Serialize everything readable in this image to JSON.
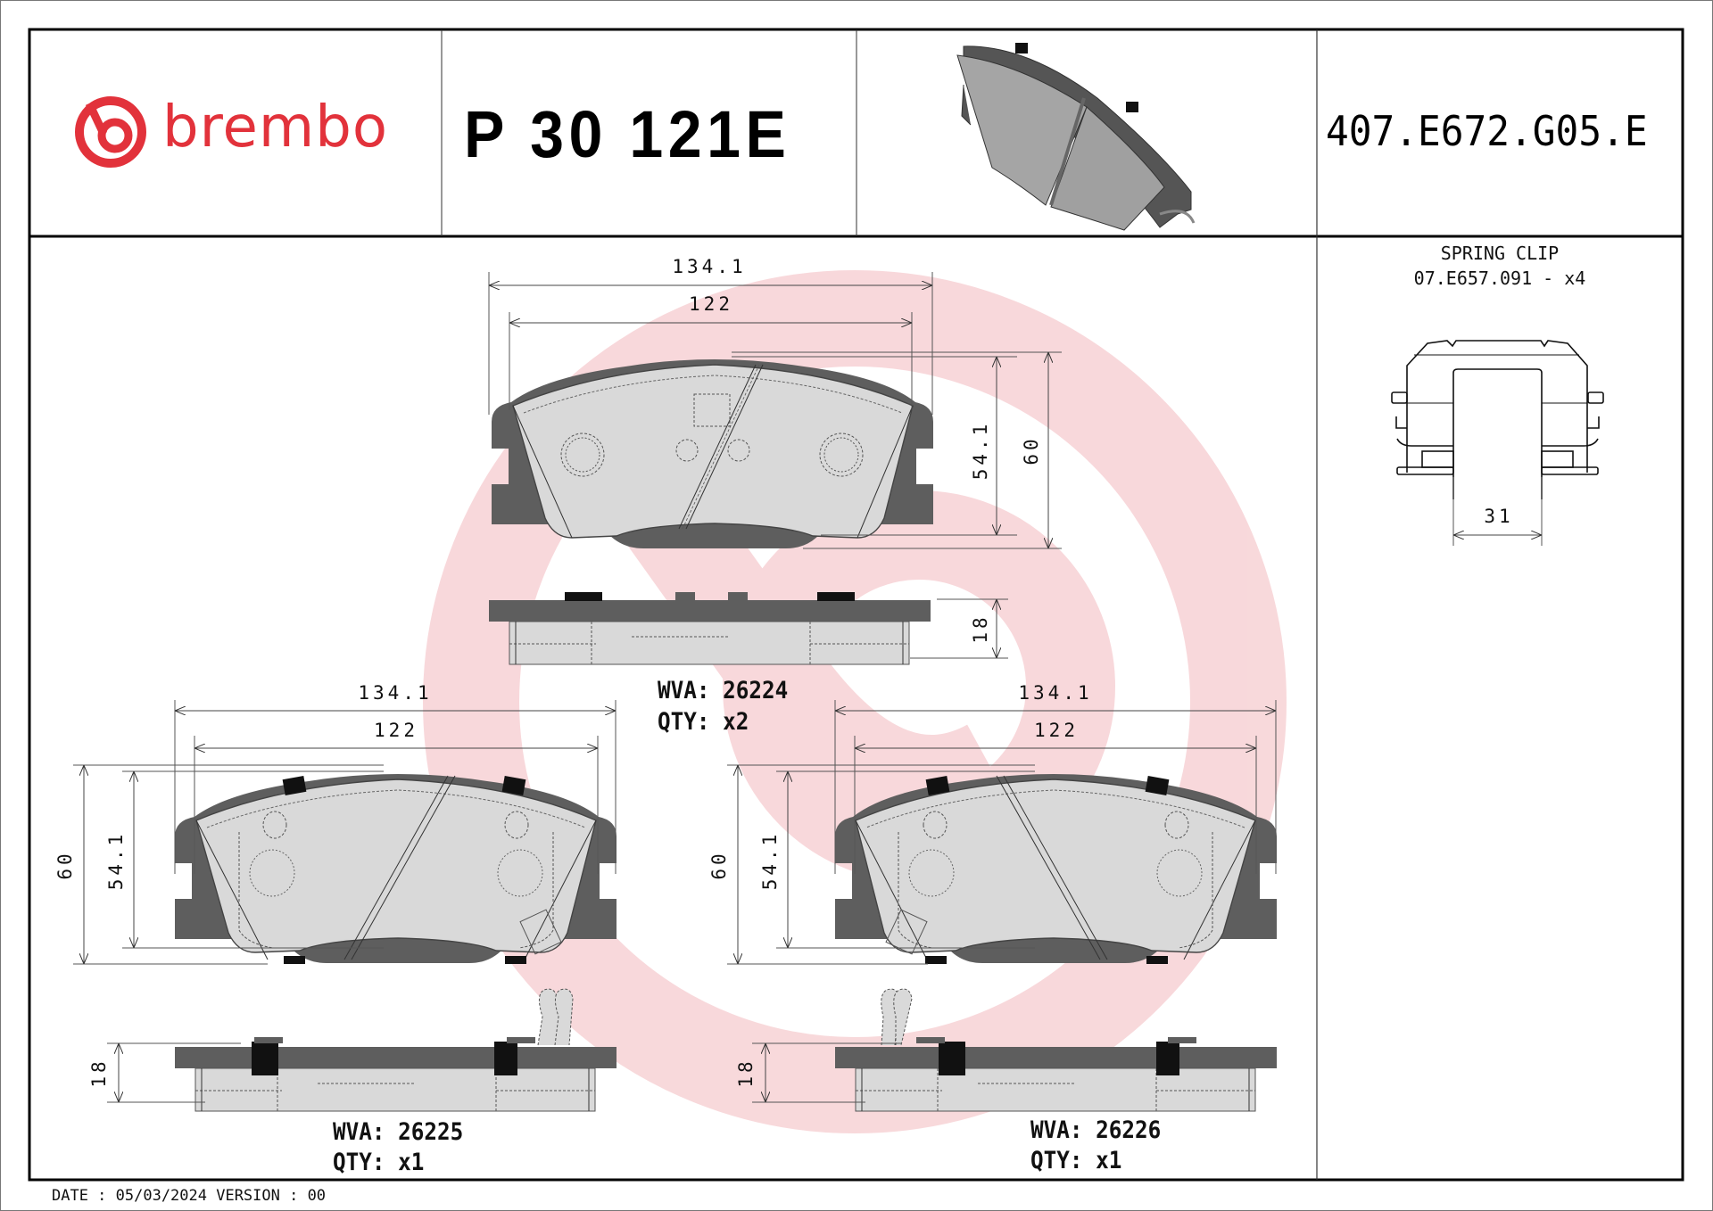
{
  "header": {
    "brand": "brembo",
    "brand_color": "#e2323b",
    "part_number": "P 30 121E",
    "drawing_code": "407.E672.G05.E"
  },
  "spring_clip": {
    "title": "SPRING CLIP",
    "code": "07.E657.091 - x4",
    "dimension": "31"
  },
  "views": [
    {
      "id": "top",
      "dimensions": {
        "overall_width": "134.1",
        "friction_width": "122",
        "friction_height": "54.1",
        "overall_height": "60",
        "thickness": "18"
      },
      "wva_label": "WVA:",
      "wva": "26224",
      "qty_label": "QTY:",
      "qty": "x2"
    },
    {
      "id": "bottom-left",
      "dimensions": {
        "overall_width": "134.1",
        "friction_width": "122",
        "friction_height": "54.1",
        "overall_height": "60",
        "thickness": "18"
      },
      "wva_label": "WVA:",
      "wva": "26225",
      "qty_label": "QTY:",
      "qty": "x1"
    },
    {
      "id": "bottom-right",
      "dimensions": {
        "overall_width": "134.1",
        "friction_width": "122",
        "friction_height": "54.1",
        "overall_height": "60",
        "thickness": "18"
      },
      "wva_label": "WVA:",
      "wva": "26226",
      "qty_label": "QTY:",
      "qty": "x1"
    }
  ],
  "footer": {
    "text": "DATE : 05/03/2024 VERSION : 00"
  },
  "colors": {
    "backplate": "#5e5e5e",
    "friction": "#d9d9d9",
    "watermark": "#f4c9cd",
    "frame": "#000000"
  }
}
